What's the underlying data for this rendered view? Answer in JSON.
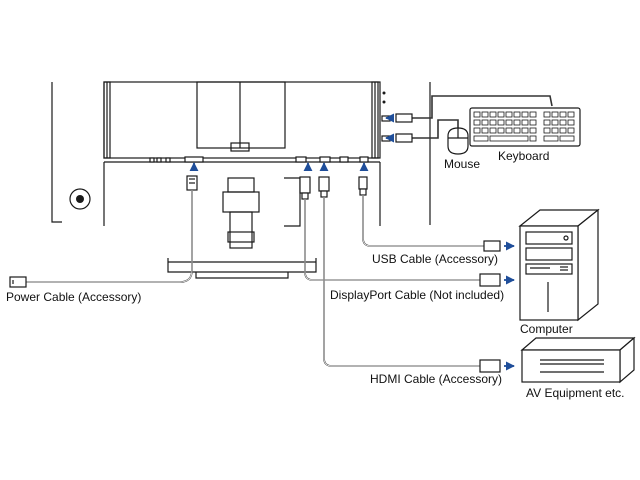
{
  "labels": {
    "mouse": "Mouse",
    "keyboard": "Keyboard",
    "usb_cable": "USB Cable (Accessory)",
    "power_cable": "Power Cable (Accessory)",
    "displayport_cable": "DisplayPort Cable (Not included)",
    "computer": "Computer",
    "hdmi_cable": "HDMI Cable (Accessory)",
    "av_equipment": "AV Equipment etc."
  },
  "colors": {
    "arrow": "#1f4e9a",
    "line": "#1a1a1a",
    "cable": "#333333"
  }
}
